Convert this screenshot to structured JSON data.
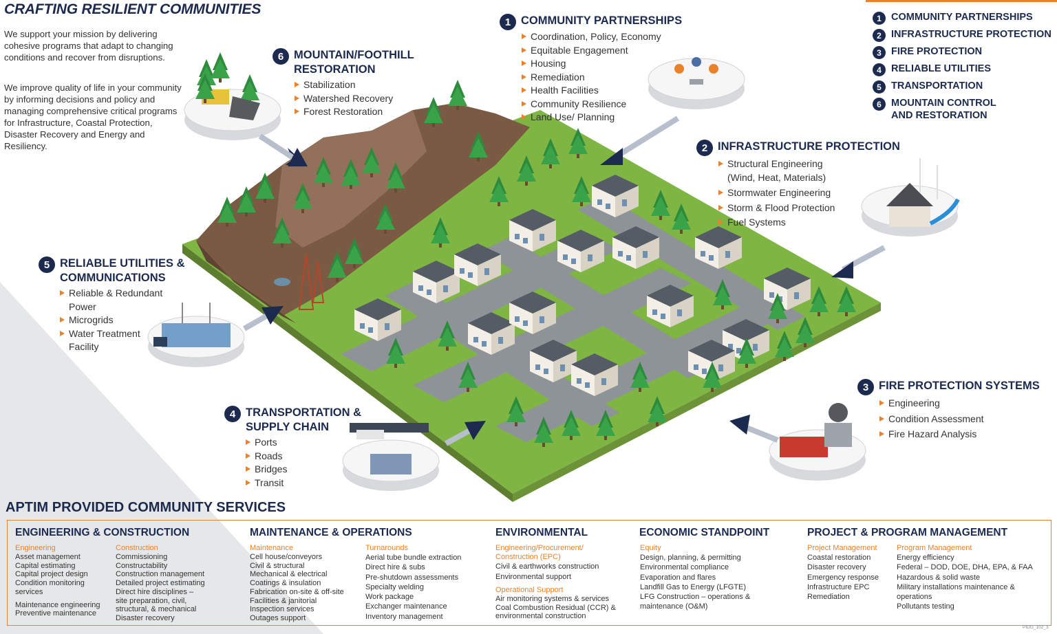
{
  "title": "CRAFTING RESILIENT COMMUNITIES",
  "intro": [
    "We support your mission by delivering cohesive programs that adapt to changing conditions and recover from disruptions.",
    "We improve quality of life in your community by informing decisions and policy and managing comprehensive critical programs for Infrastructure, Coastal Protection, Disaster Recovery and Energy and Resiliency."
  ],
  "legend": [
    {
      "num": "1",
      "label": "COMMUNITY PARTNERSHIPS"
    },
    {
      "num": "2",
      "label": "INFRASTRUCTURE PROTECTION"
    },
    {
      "num": "3",
      "label": "FIRE PROTECTION"
    },
    {
      "num": "4",
      "label": "RELIABLE UTILITIES"
    },
    {
      "num": "5",
      "label": "TRANSPORTATION"
    },
    {
      "num": "6",
      "label": "MOUNTAIN CONTROL AND RESTORATION"
    }
  ],
  "sections": {
    "s1": {
      "num": "1",
      "title": "COMMUNITY PARTNERSHIPS",
      "items": [
        "Coordination, Policy, Economy",
        "Equitable Engagement",
        "Housing",
        "Remediation",
        "Health Facilities",
        "Community Resilience",
        "Land Use/ Planning"
      ]
    },
    "s2": {
      "num": "2",
      "title": "INFRASTRUCTURE PROTECTION",
      "items": [
        "Structural Engineering (Wind, Heat, Materials)",
        "Stormwater Engineering",
        "Storm & Flood Protection",
        "Fuel Systems"
      ]
    },
    "s3": {
      "num": "3",
      "title": "FIRE PROTECTION SYSTEMS",
      "items": [
        "Engineering",
        "Condition Assessment",
        "Fire Hazard Analysis"
      ]
    },
    "s4": {
      "num": "4",
      "title": "TRANSPORTATION & SUPPLY CHAIN",
      "items": [
        "Ports",
        "Roads",
        "Bridges",
        "Transit"
      ]
    },
    "s5": {
      "num": "5",
      "title": "RELIABLE UTILITIES & COMMUNICATIONS",
      "items": [
        "Reliable & Redundant Power",
        "Microgrids",
        "Water Treatment Facility"
      ]
    },
    "s6": {
      "num": "6",
      "title": "MOUNTAIN/FOOTHILL RESTORATION",
      "items": [
        "Stabilization",
        "Watershed Recovery",
        "Forest Restoration"
      ]
    }
  },
  "services": {
    "title": "APTIM PROVIDED COMMUNITY SERVICES",
    "columns": [
      {
        "head": "ENGINEERING & CONSTRUCTION",
        "groups": [
          {
            "sub": "Engineering",
            "items": [
              "Asset management",
              "Capital estimating",
              "Capital project design",
              "Condition monitoring services",
              "",
              "Maintenance engineering",
              "Preventive maintenance"
            ]
          },
          {
            "sub": "Construction",
            "items": [
              "Commissioning",
              "Constructability",
              "Construction management",
              "Detailed project estimating",
              "Direct hire disciplines – site preparation, civil, structural, & mechanical",
              "Disaster recovery"
            ]
          }
        ]
      },
      {
        "head": "MAINTENANCE & OPERATIONS",
        "groups": [
          {
            "sub": "Maintenance",
            "items": [
              "Cell house/conveyors",
              "Civil & structural",
              "Mechanical & electrical",
              "Coatings & insulation",
              "Fabrication on-site & off-site",
              "Facilities & janitorial",
              "Inspection services",
              "Outages support"
            ]
          },
          {
            "sub": "Turnarounds",
            "items": [
              "Aerial tube bundle extraction",
              "Direct hire & subs",
              "Pre-shutdown assessments",
              "Specialty welding",
              "Work package",
              "Exchanger maintenance",
              "Inventory management"
            ]
          }
        ]
      },
      {
        "head": "ENVIRONMENTAL",
        "groups": [
          {
            "sub": "Engineering/Procurement/ Construction (EPC)",
            "items": [
              "Civil & earthworks construction",
              "Environmental support"
            ]
          },
          {
            "sub": "Operational Support",
            "items": [
              "Air monitoring systems & services",
              "Coal Combustion Residual (CCR) & environmental construction"
            ]
          }
        ]
      },
      {
        "head": "ECONOMIC STANDPOINT",
        "groups": [
          {
            "sub": "Equity",
            "items": [
              "Design, planning, & permitting",
              "Environmental compliance",
              "Evaporation and flares",
              "Landfill Gas to Energy (LFGTE)",
              "LFG Construction – operations & maintenance (O&M)"
            ]
          }
        ]
      },
      {
        "head": "PROJECT & PROGRAM MANAGEMENT",
        "groups": [
          {
            "sub": "Project Management",
            "items": [
              "Coastal restoration",
              "Disaster recovery",
              "Emergency response",
              "Infrastructure EPC",
              "Remediation"
            ]
          },
          {
            "sub": "Program Management",
            "items": [
              "Energy efficiency",
              "Federal – DOD, DOE, DHA, EPA, & FAA",
              "Hazardous & solid waste",
              "Military installations maintenance & operations",
              "Pollutants testing"
            ]
          }
        ]
      }
    ]
  },
  "doc_code": "PIDG_102_3",
  "colors": {
    "navy": "#1b2a4e",
    "orange": "#e9822a",
    "grass": "#8bc34a",
    "road": "#8e9398",
    "mountain": "#7b5a44"
  }
}
